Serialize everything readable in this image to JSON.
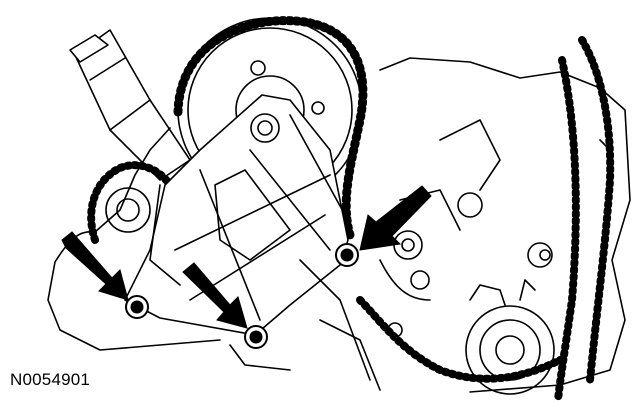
{
  "figure": {
    "id_label": "N0054901",
    "line_color": "#000000",
    "background": "#ffffff",
    "callout_arrows": 3,
    "highlighted_bolts": 3
  }
}
